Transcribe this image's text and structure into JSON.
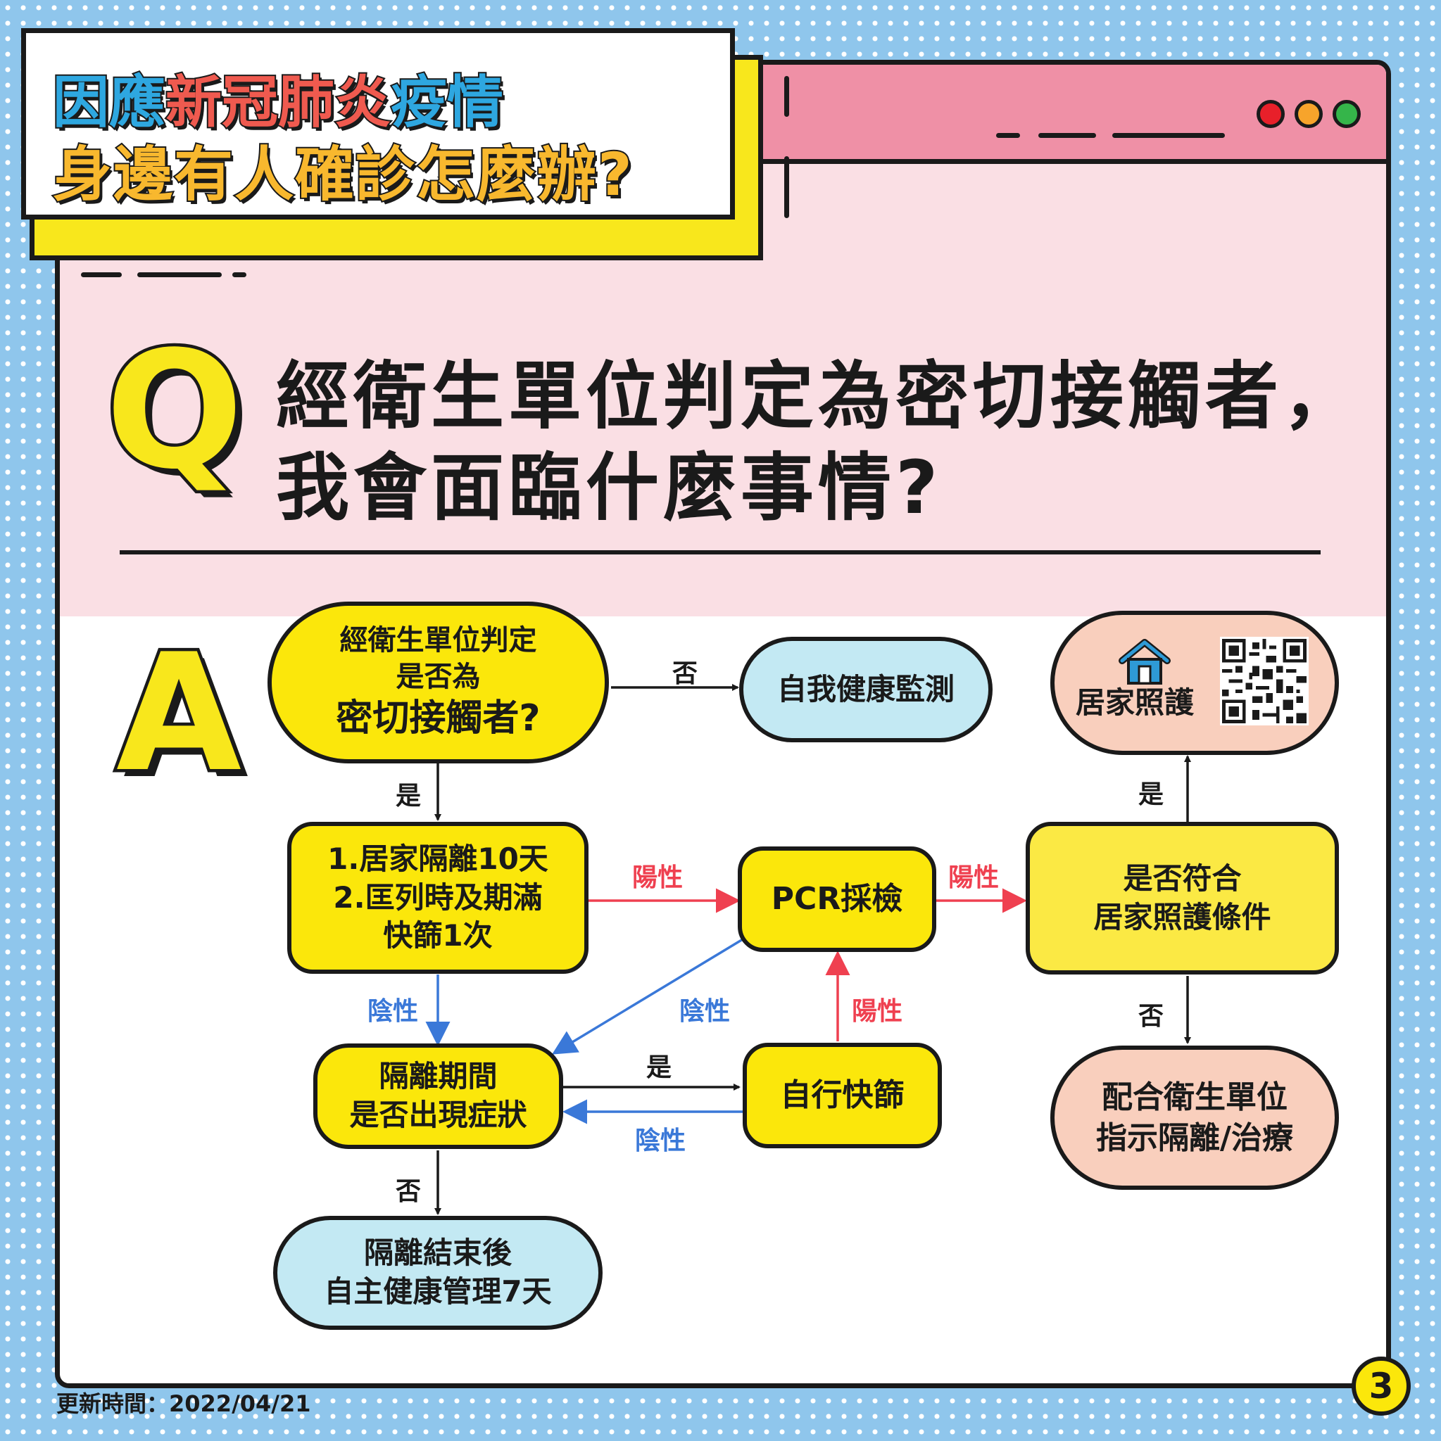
{
  "header": {
    "title_line1": [
      {
        "text": "因應",
        "color": "#2ea7e0"
      },
      {
        "text": "新冠肺炎",
        "color": "#ef5a4f"
      },
      {
        "text": "疫情",
        "color": "#2ea7e0"
      }
    ],
    "title_line2": "身邊有人確診怎麼辦?"
  },
  "window": {
    "dot_colors": [
      "#e8202a",
      "#f7a42b",
      "#35b54a"
    ]
  },
  "question": {
    "letter": "Q",
    "line1": "經衛生單位判定為密切接觸者，",
    "line2": "我會面臨什麼事情?"
  },
  "answer": {
    "letter": "A"
  },
  "flow": {
    "nodes": {
      "judge": [
        "經衛生單位判定",
        "是否為",
        "密切接觸者?"
      ],
      "self_monitor": [
        "自我健康監測"
      ],
      "quarantine": [
        "1.居家隔離10天",
        "2.匡列時及期滿",
        "快篩1次"
      ],
      "pcr": [
        "PCR採檢"
      ],
      "criteria": [
        "是否符合",
        "居家照護條件"
      ],
      "symptoms": [
        "隔離期間",
        "是否出現症狀"
      ],
      "self_test": [
        "自行快篩"
      ],
      "home_care": [
        "居家照護"
      ],
      "follow": [
        "配合衛生單位",
        "指示隔離/治療"
      ],
      "after": [
        "隔離結束後",
        "自主健康管理7天"
      ]
    },
    "labels": {
      "judge_no": "否",
      "judge_yes": "是",
      "positive_1": "陽性",
      "positive_2": "陽性",
      "positive_3": "陽性",
      "negative_1": "陰性",
      "negative_2": "陰性",
      "negative_3": "陰性",
      "symptoms_yes": "是",
      "symptoms_no": "否",
      "criteria_yes": "是",
      "criteria_no": "否"
    }
  },
  "footer": {
    "update_time": "更新時間：2022/04/21"
  },
  "page_number": "3"
}
